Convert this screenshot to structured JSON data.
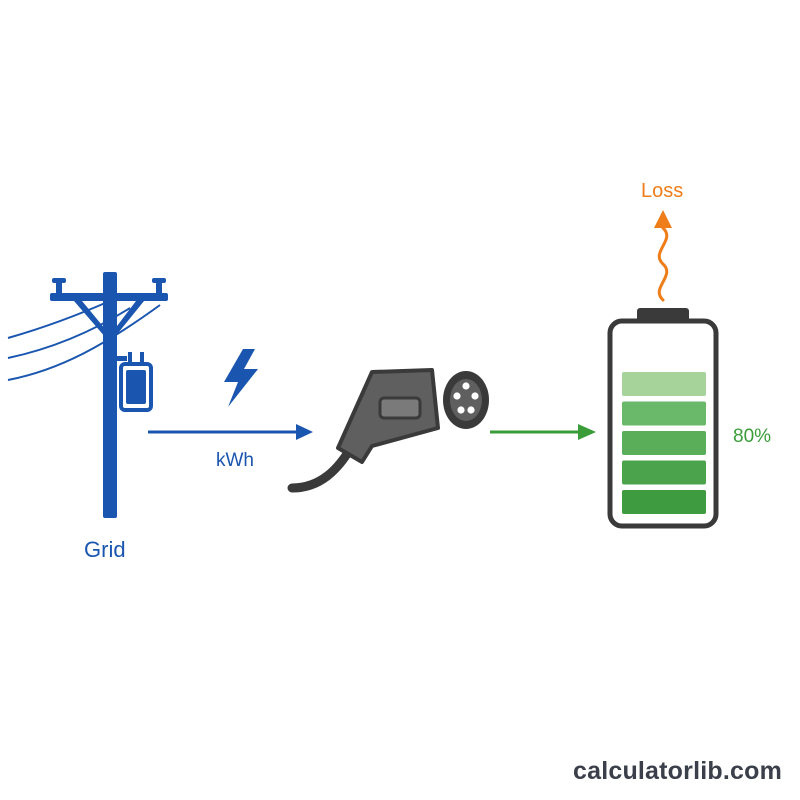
{
  "colors": {
    "grid_blue": "#1a56b0",
    "charger_gray": "#5f5f5f",
    "charger_dark": "#3a3a3a",
    "flow_green": "#3a9d3a",
    "battery_outline": "#3a3a3a",
    "loss_orange": "#ef7d1a",
    "watermark": "#3a3f4a"
  },
  "icons": {
    "grid": "utility-pole-icon",
    "energy": "lightning-bolt-icon",
    "charger": "ev-charging-connector-icon",
    "battery": "battery-icon",
    "loss": "wavy-up-arrow-icon"
  },
  "labels": {
    "grid": "Grid",
    "energy_unit": "kWh",
    "loss": "Loss",
    "charge_percent": "80%"
  },
  "battery": {
    "segments": 5,
    "filled_segments": 5,
    "level_percent": 80
  },
  "watermark": "calculatorlib.com"
}
